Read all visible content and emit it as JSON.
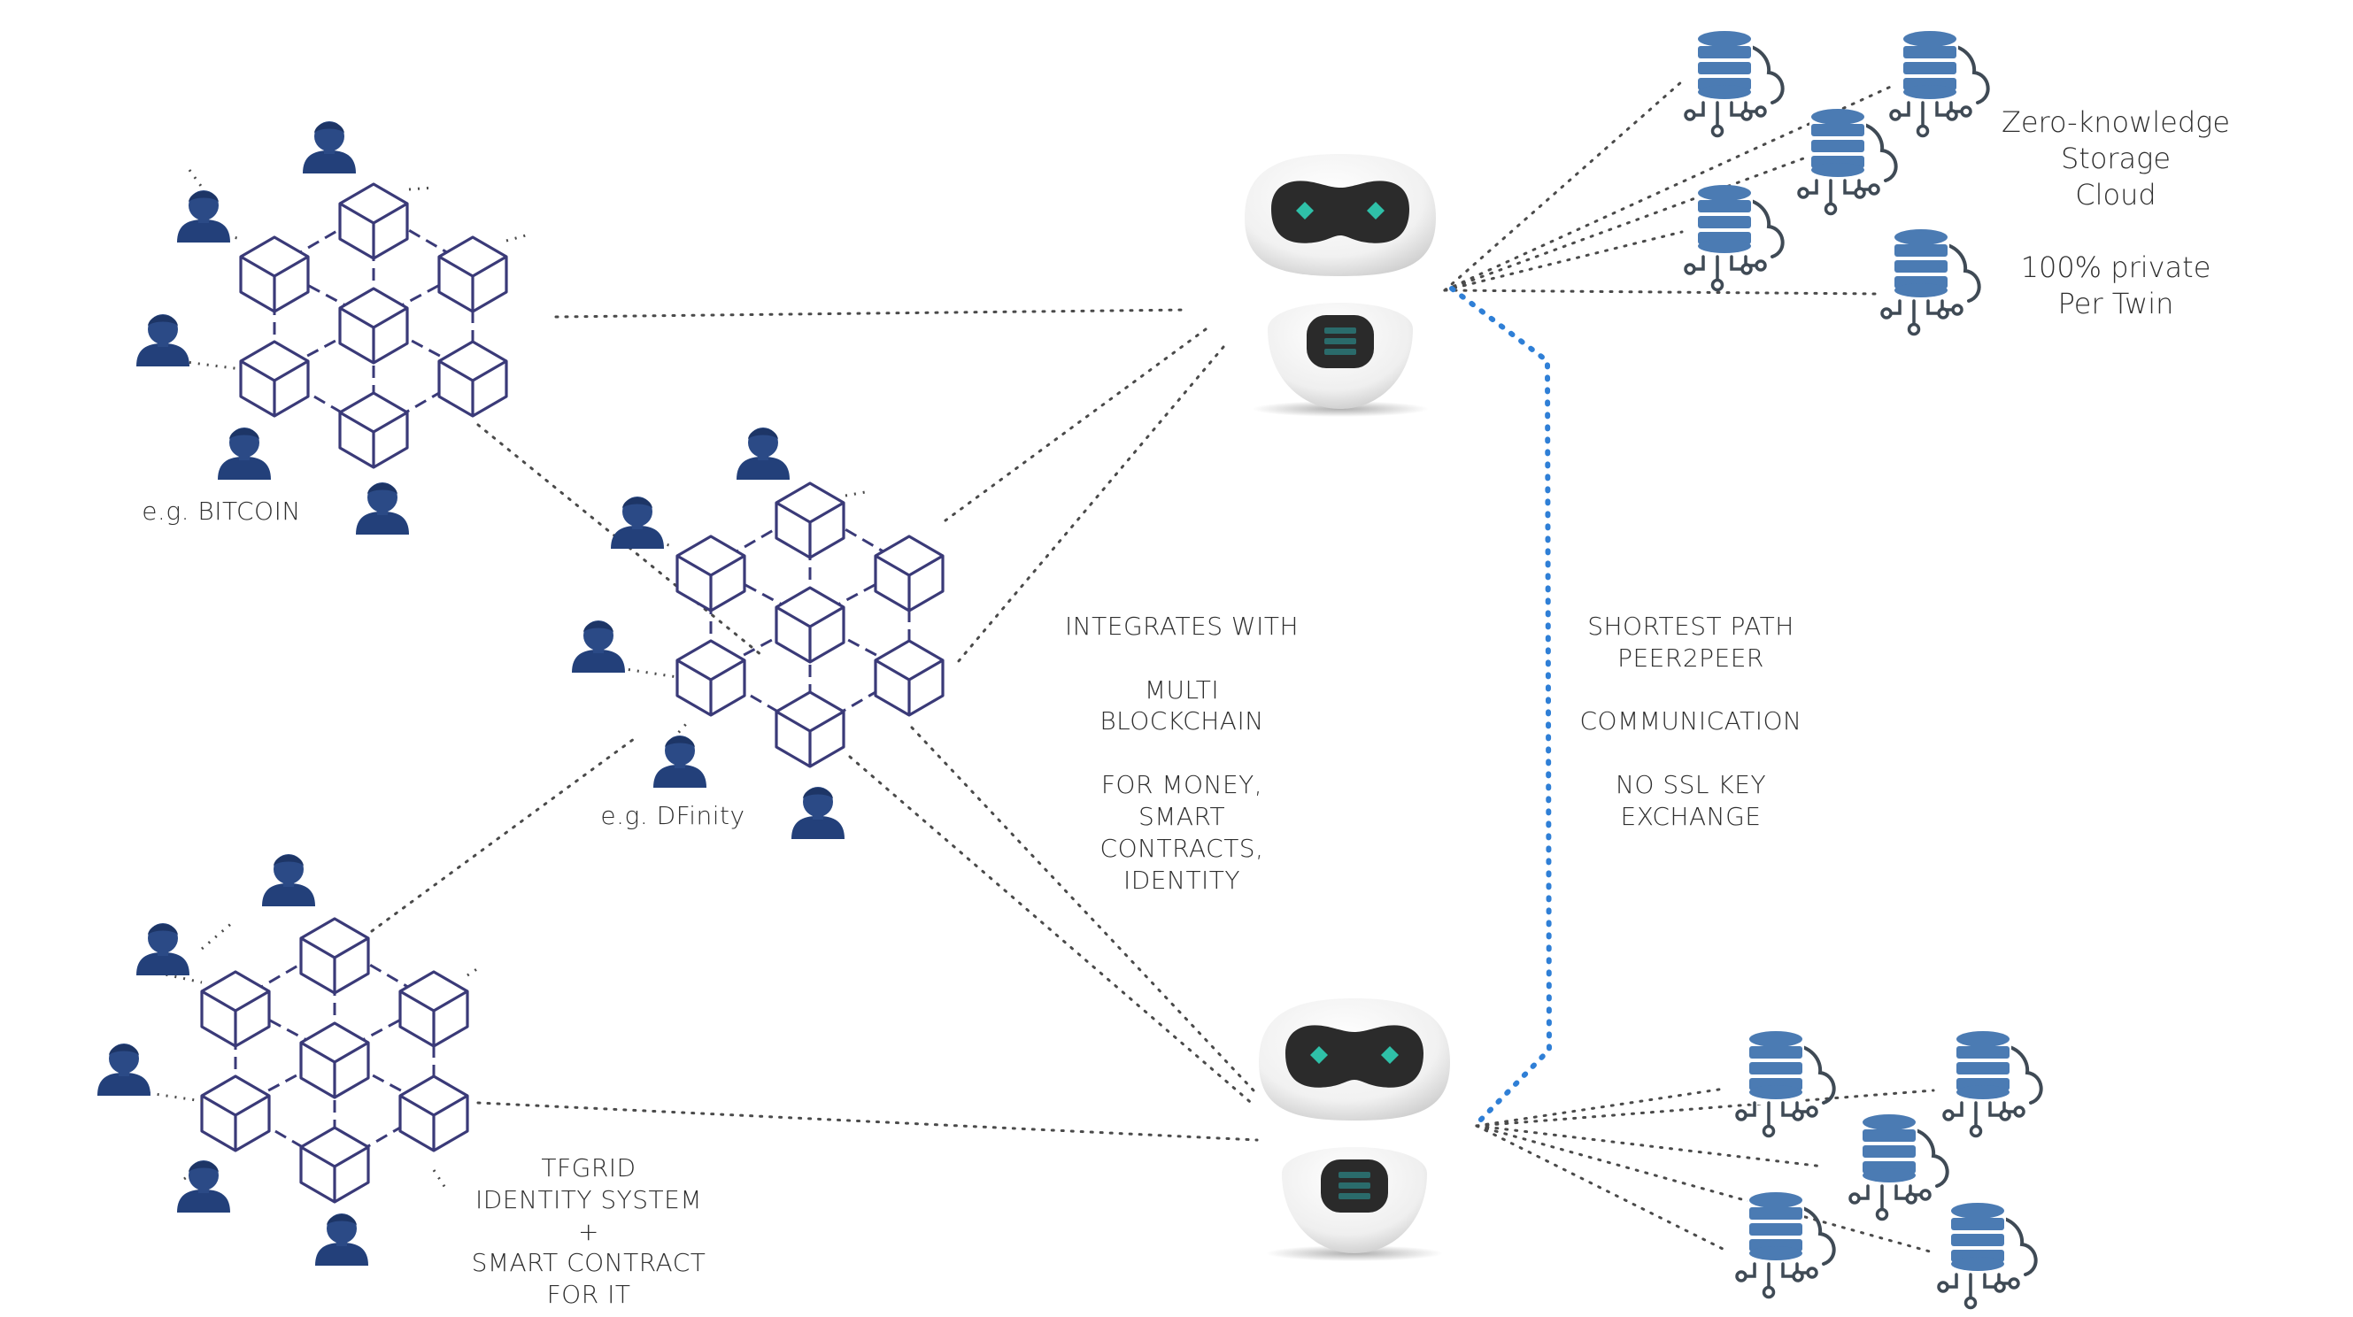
{
  "colors": {
    "chain": "#3a3a78",
    "person": "#2b4a86",
    "server": "#4b7bb3",
    "cloud": "#3f4a55",
    "dots": "#4a4a4a",
    "p2p": "#2f7fd6",
    "robot_eye": "#2fc0a8",
    "robot_chest": "#2a6b6b"
  },
  "icons": [
    "blockchain-icon",
    "person-icon",
    "robot-icon",
    "database-cloud-icon"
  ],
  "labels": {
    "bitcoin": "e.g. BITCOIN",
    "dfinity": "e.g. DFinity",
    "tfgrid": "TFGRID\nIDENTITY SYSTEM\n+\nSMART CONTRACT\nFOR IT",
    "integrates": "INTEGRATES WITH\n\nMULTI\nBLOCKCHAIN\n\nFOR MONEY,\nSMART\nCONTRACTS,\nIDENTITY",
    "p2p": "SHORTEST PATH\nPEER2PEER\n\nCOMMUNICATION\n\nNO SSL KEY\nEXCHANGE",
    "storage": "Zero-knowledge\nStorage\nCloud\n\n100% private\nPer Twin"
  }
}
